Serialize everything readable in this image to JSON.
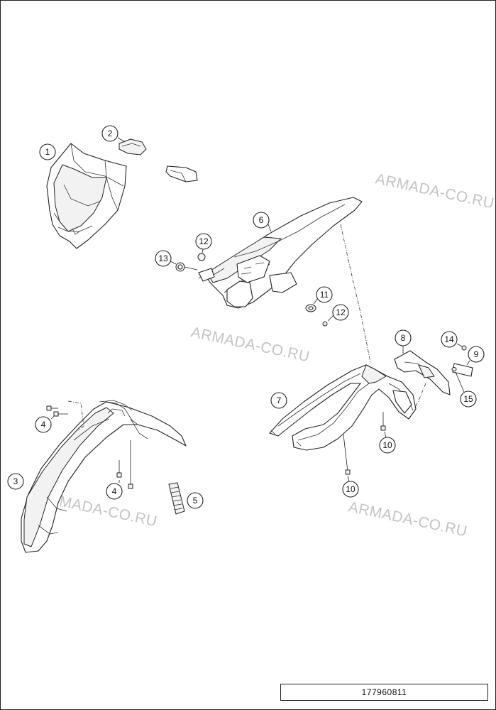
{
  "watermark": "ARMADA-CO.RU",
  "document_number": "177960811",
  "callouts": {
    "c1": "1",
    "c2": "2",
    "c3": "3",
    "c4a": "4",
    "c4b": "4",
    "c5": "5",
    "c6": "6",
    "c7": "7",
    "c8": "8",
    "c9": "9",
    "c10a": "10",
    "c10b": "10",
    "c11": "11",
    "c12a": "12",
    "c12b": "12",
    "c13": "13",
    "c14": "14",
    "c15": "15"
  }
}
